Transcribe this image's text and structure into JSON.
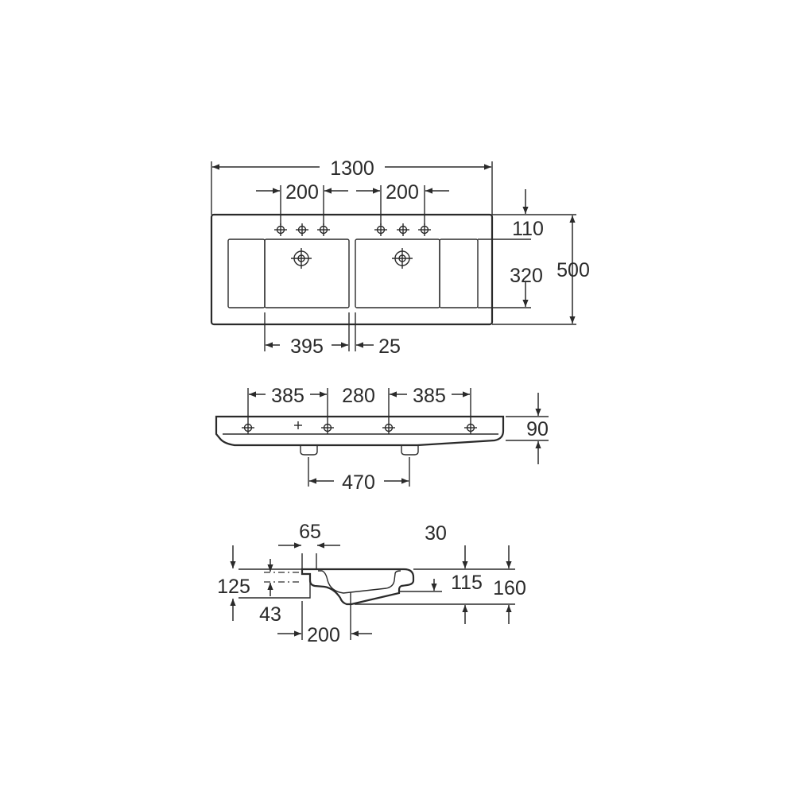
{
  "top_view": {
    "overall_width": "1300",
    "tap_spacing_left": "200",
    "tap_spacing_right": "200",
    "back_ledge": "110",
    "bowl_depth": "320",
    "overall_depth": "500",
    "bowl_width": "395",
    "divider": "25"
  },
  "front_view": {
    "hole_offset_left": "385",
    "hole_spacing_center": "280",
    "hole_offset_right": "385",
    "rim_height": "90",
    "waste_spacing": "470"
  },
  "side_view": {
    "rim_offset": "65",
    "front_lip": "30",
    "top_to_fixing": "125",
    "fixing_height": "43",
    "bowl_height": "115",
    "overall_height": "160",
    "waste_offset": "200"
  }
}
